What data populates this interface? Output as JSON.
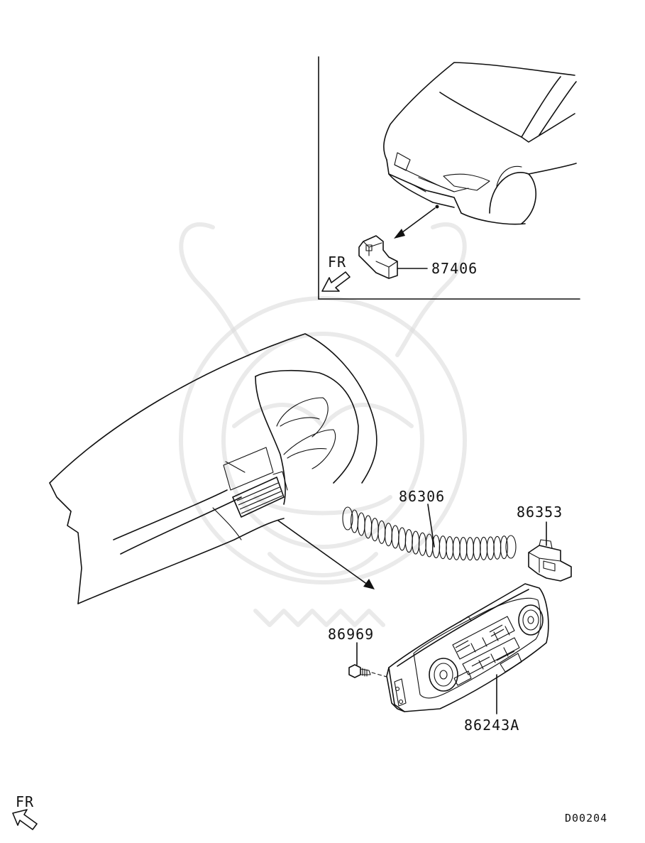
{
  "callouts": {
    "sensor": "87406",
    "hose": "86306",
    "connector": "86353",
    "screw": "86969",
    "control_panel": "86243A"
  },
  "direction_labels": {
    "inset": "FR",
    "main": "FR"
  },
  "diagram_code": "D00204"
}
